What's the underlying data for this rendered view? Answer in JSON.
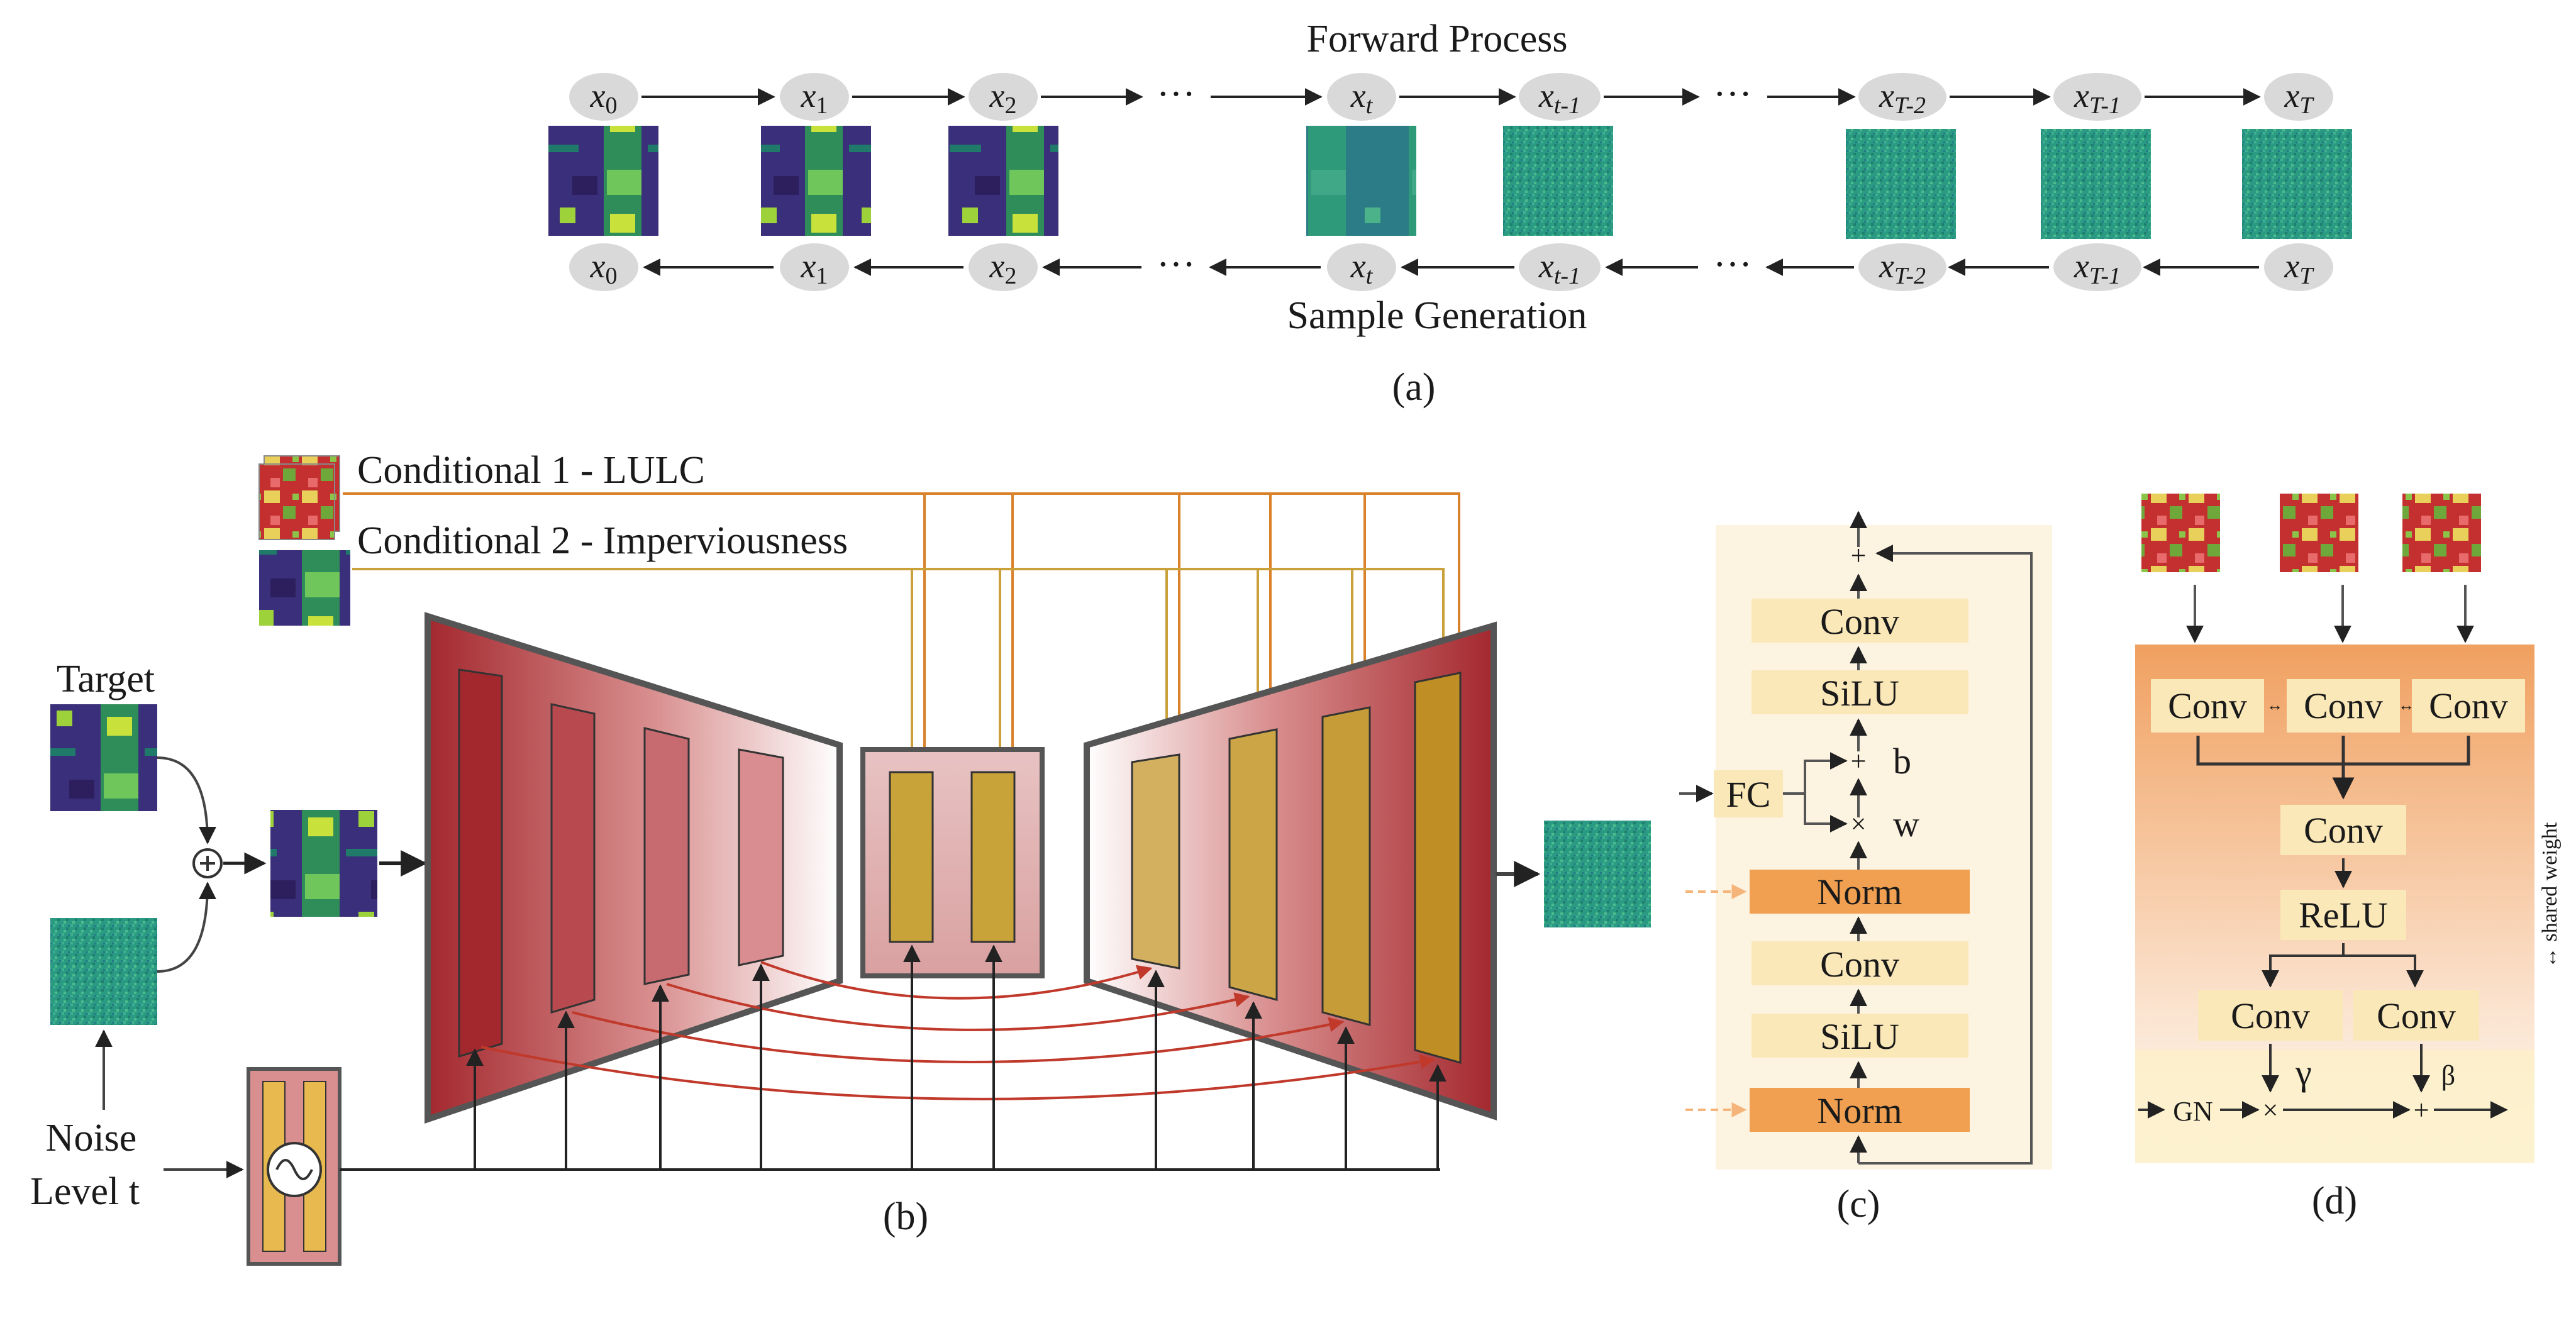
{
  "panel_a": {
    "forward_title": "Forward Process",
    "reverse_title": "Sample Generation",
    "caption": "(a)",
    "nodes": [
      "x0",
      "x1",
      "x2",
      "xt",
      "xt-1",
      "xT-2",
      "xT-1",
      "xT"
    ],
    "ellipsis": "···"
  },
  "panel_b": {
    "cond1": "Conditional 1 - LULC",
    "cond2": "Conditional 2 - Imperviousness",
    "target": "Target",
    "noise_level_line1": "Noise",
    "noise_level_line2": "Level t",
    "caption": "(b)"
  },
  "panel_c": {
    "blocks": [
      "Conv",
      "SiLU",
      "Norm",
      "Conv",
      "SiLU",
      "Norm"
    ],
    "fc": "FC",
    "b": "b",
    "w": "w",
    "plus": "+",
    "times": "×",
    "caption": "(c)"
  },
  "panel_d": {
    "conv_top": [
      "Conv",
      "Conv",
      "Conv"
    ],
    "conv_mid": "Conv",
    "relu": "ReLU",
    "conv_bottom": [
      "Conv",
      "Conv"
    ],
    "gamma": "γ",
    "beta": "β",
    "gn": "GN",
    "shared_weight": "↔ shared weight",
    "caption": "(d)"
  },
  "colors": {
    "encoder_dark": "#a3282e",
    "decoder_block": "#c8a33a",
    "norm_orange": "#f0a050",
    "conv_cream": "#fbe8b8",
    "panel_c_bg": "#fdf3e1",
    "skip_red": "#c0392b",
    "cond_orange": "#d9822b"
  }
}
